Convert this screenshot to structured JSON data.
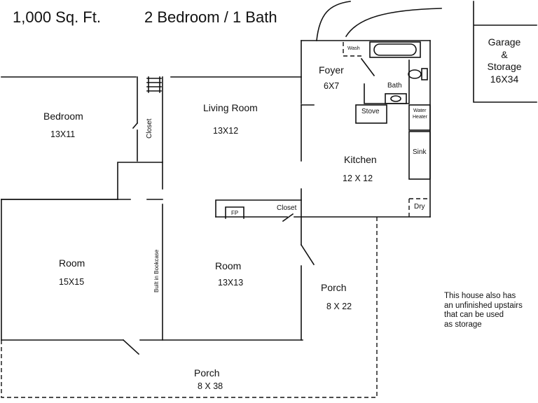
{
  "header": {
    "area": "1,000 Sq. Ft.",
    "layout": "2 Bedroom / 1 Bath"
  },
  "rooms": {
    "bedroom": {
      "name": "Bedroom",
      "dims": "13X11"
    },
    "living_room": {
      "name": "Living Room",
      "dims": "13X12"
    },
    "foyer": {
      "name": "Foyer",
      "dims": "6X7"
    },
    "kitchen": {
      "name": "Kitchen",
      "dims": "12 X 12"
    },
    "room_left": {
      "name": "Room",
      "dims": "15X15"
    },
    "room_center": {
      "name": "Room",
      "dims": "13X13"
    },
    "porch_side": {
      "name": "Porch",
      "dims": "8 X 22"
    },
    "porch_front": {
      "name": "Porch",
      "dims": "8 X 38"
    },
    "garage": {
      "line1": "Garage",
      "line2": "&",
      "line3": "Storage",
      "line4": "16X34"
    }
  },
  "fixtures": {
    "closet_bedroom": "Closet",
    "closet_kitchen": "Closet",
    "fp": "FP",
    "bath": "Bath",
    "wash": "Wash",
    "stove": "Stove",
    "water_heater_1": "Water",
    "water_heater_2": "Heater",
    "sink": "Sink",
    "dry": "Dry",
    "bookcase": "Built in Bookcase"
  },
  "note": {
    "line1": "This house also has",
    "line2": "an unfinished upstairs",
    "line3": "that can be used",
    "line4": "as storage"
  }
}
